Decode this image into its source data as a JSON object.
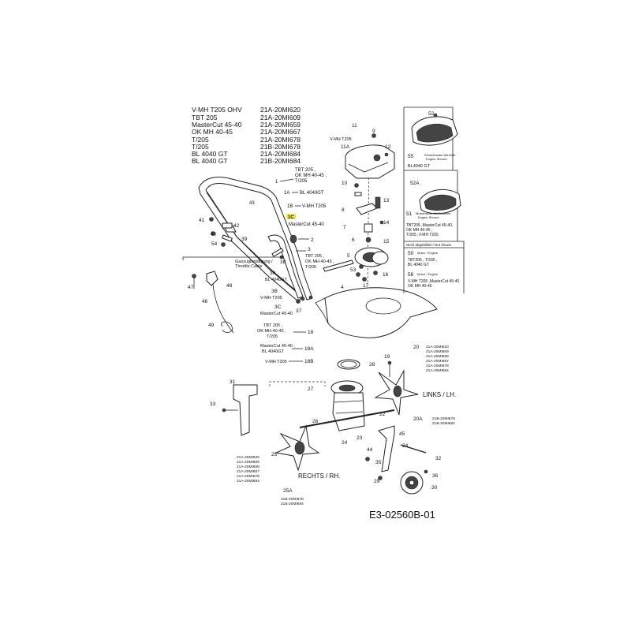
{
  "models": [
    {
      "name": "V-MH T205 OHV",
      "code": "21A-20MI620"
    },
    {
      "name": "TBT 205",
      "code": "21A-20MI609"
    },
    {
      "name": "MasterCut 45-40",
      "code": "21A-20MI659"
    },
    {
      "name": "OK MH 40-45",
      "code": "21A-20MI667"
    },
    {
      "name": "T/205",
      "code": "21A-20MI678"
    },
    {
      "name": "T/205",
      "code": "21B-20MI678"
    },
    {
      "name": "BL 4040 GT",
      "code": "21A-20MI684"
    },
    {
      "name": "BL 4040 GT",
      "code": "21B-20MI684"
    }
  ],
  "handle_labels": {
    "l1": "1",
    "n1": "TBT 205 ,",
    "n2": "OK MH 40-45 ,",
    "n3": "T/205",
    "l1a": "1A",
    "n1a": "BL 4040GT",
    "l1b": "1B",
    "n1b": "V-MH T205",
    "l1c": "1C",
    "n1c": "MasterCut 45-40",
    "l43": "43"
  },
  "throttle_box": {
    "title1": "Gaszugbetätigung /",
    "title2": "Throttle Cable",
    "l47": "47",
    "l48": "48",
    "l46": "46",
    "l49": "49"
  },
  "left_parts": {
    "l41": "41",
    "l42": "42",
    "l40": "40",
    "l39": "39",
    "l54": "54",
    "l38": "38",
    "l2": "2",
    "l3": "3",
    "n3a": "TBT 205 ,",
    "n3b": "OK MH 40-45 ,",
    "n3c": "T/205",
    "l3a": "3A",
    "n3a2": "BL 4040GT",
    "l3b": "3B",
    "n3b2": "V-MH T205",
    "l3c": "3C",
    "n3c2": "MasterCut 45-40",
    "l37": "37"
  },
  "engine_parts": {
    "l11": "11",
    "l9": "9",
    "n11a": "V-MH T205",
    "l11a": "11A",
    "l12": "12",
    "l10": "10",
    "l13": "13",
    "l8": "8",
    "l14": "14",
    "l7": "7",
    "l15": "15",
    "l6": "6",
    "l5": "5",
    "l53": "53",
    "l16": "16",
    "l4": "4",
    "l17": "17"
  },
  "shield_labels": {
    "n18a": "TBT 205 ,",
    "n18b": "OK MH 40-45 ,",
    "n18c": "T/205",
    "l18": "18",
    "n18a2": "MasterCut 45-40 ,",
    "n18b2": "BL 4040GT",
    "l18a": "18A",
    "n18c2": "V-MH T205",
    "l18b": "18B"
  },
  "right_panel": {
    "l52": "52",
    "l55": "55",
    "d55a": "Schutzhaube Mit-Welt",
    "d55b": "Engine Shroud",
    "bl4040": "BL4040 GT",
    "l52a": "52A",
    "l51": "51",
    "d51a": "Motorhaube Mit Schwarz",
    "d51b": "Engine Shroud",
    "n51a": "TBT205 ,MasterCut 45-40,",
    "n51b": "OK MH 40-45 ,",
    "n51c": "T/205 ,V-MH T205",
    "not_shown": "Nicht abgebildet / Not shown",
    "l50": "50",
    "d50": "Motor / Engine",
    "n50a": "TBT205 , T/205 ,",
    "n50b": "BL 4040 GT",
    "l56": "56",
    "d56": "Motor / Engine",
    "n56a": "V-MH T205 ,MasterCut 45-40",
    "n56b": "OK MH 40-45"
  },
  "lower_parts": {
    "l31": "31",
    "l33": "33",
    "l27": "27",
    "l22": "22",
    "l23": "23",
    "l24": "24",
    "l25": "25",
    "l26": "26",
    "l28": "28",
    "l19": "19",
    "l20": "20",
    "l20a": "20A",
    "links": "LINKS / LH.",
    "rechts": "RECHTS / RH.",
    "l25a": "25A",
    "l29": "29",
    "l34": "34",
    "l35": "35",
    "l36": "36",
    "l30": "30",
    "l32": "32",
    "l44": "44",
    "l45": "45",
    "codes20": [
      "21A-20MI620",
      "21A-20MI609",
      "21A-20MI659",
      "21A-20MI667",
      "21A-20MI678",
      "21A-20MI684"
    ],
    "codes20a": [
      "21B-20MI678",
      "21B-20MI684"
    ],
    "codes25": [
      "21A-20MI620",
      "21A-20MI609",
      "21A-20MI659",
      "21A-20MI667",
      "21A-20MI678",
      "21A-20MI684"
    ],
    "codes25a": [
      "21B-20MI678",
      "21B-20MI684"
    ]
  },
  "diagram_id": "E3-02560B-01"
}
